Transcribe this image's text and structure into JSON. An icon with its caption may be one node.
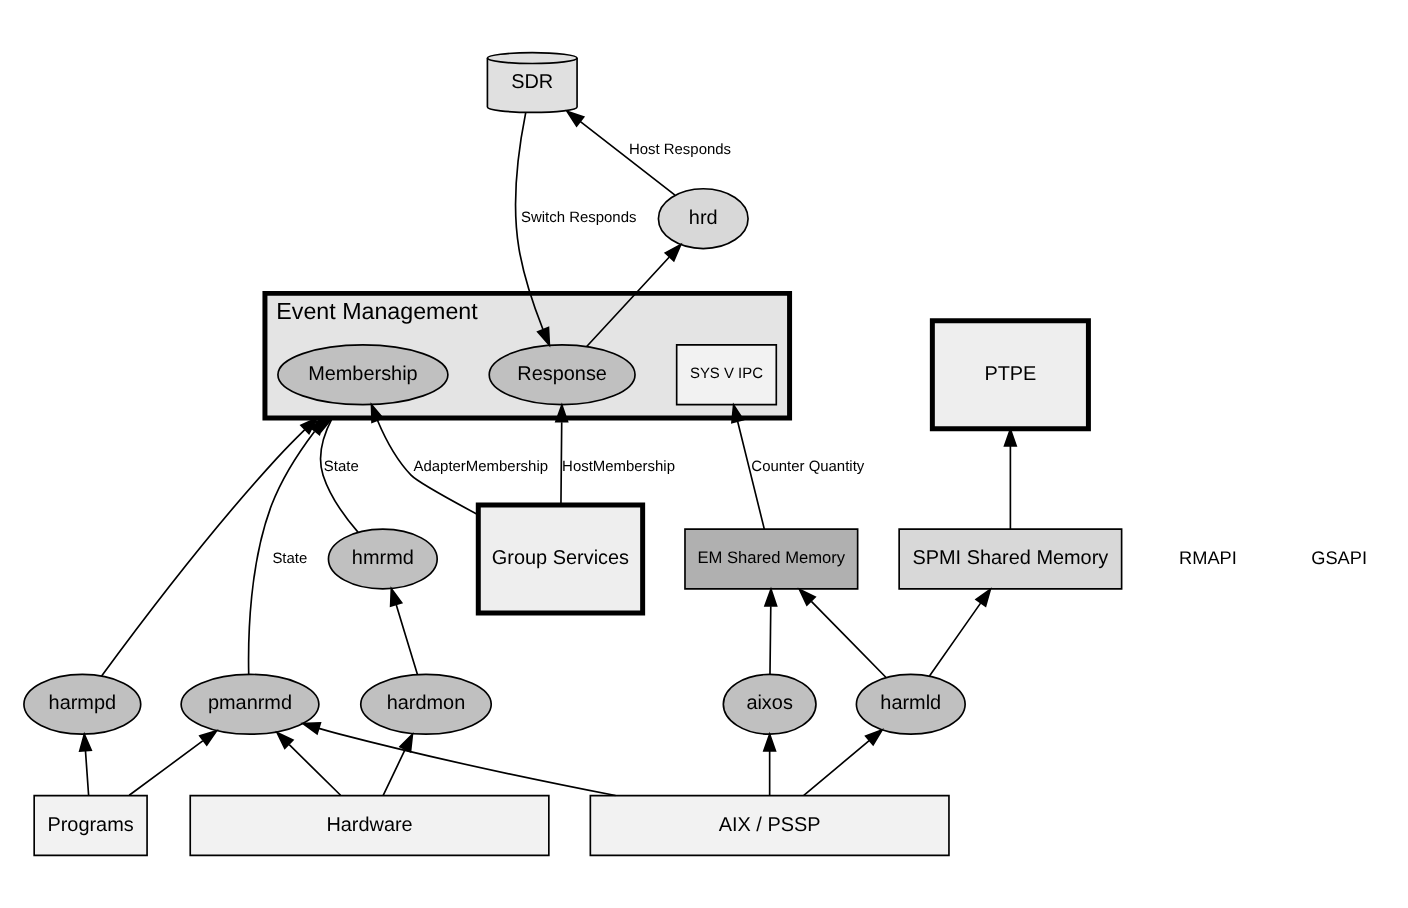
{
  "diagram": {
    "nodes": [
      {
        "text": [
          "Event Management"
        ]
      },
      {
        "text": [
          "Membership"
        ],
        "in": 0
      },
      {
        "text": [
          "Response"
        ],
        "in": 0
      },
      {
        "text": [
          "SYS V IPC"
        ],
        "in": 0
      },
      {
        "text": [
          "SDR"
        ]
      },
      {
        "text": [
          "PTPE"
        ]
      },
      {
        "text": [
          "EM Shared Memory"
        ]
      },
      {
        "text": [
          "SPMI Shared Memory"
        ]
      },
      {
        "text": [
          "hrd"
        ]
      },
      {
        "text": [
          "hmrmd"
        ]
      },
      {
        "text": [
          "harmpd"
        ]
      },
      {
        "text": [
          "Group Services"
        ]
      },
      {
        "text": [
          "pmanrmd"
        ]
      },
      {
        "text": [
          "aixos"
        ]
      },
      {
        "text": [
          "harmld"
        ]
      },
      {
        "text": [
          "hardmon"
        ]
      },
      {
        "text": [
          "Programs"
        ]
      },
      {
        "text": [
          "AIX / PSSP"
        ]
      },
      {
        "text": [
          "Hardware"
        ]
      }
    ],
    "edges": [
      {
        "from": 11,
        "to": 1,
        "arrow": "to",
        "label": "AdapterMembership"
      },
      {
        "from": 11,
        "to": 2,
        "arrow": "to",
        "label": "HostMembership"
      },
      {
        "from": 2,
        "to": 8,
        "arrow": "to"
      },
      {
        "from": 8,
        "to": 4,
        "arrow": "to",
        "label": "Host Responds"
      },
      {
        "from": 4,
        "to": 2,
        "arrow": "to",
        "label": "Switch Responds"
      },
      {
        "from": 9,
        "to": 0,
        "arrow": "to",
        "label": "State"
      },
      {
        "from": 12,
        "to": 0,
        "arrow": "to",
        "label": "State"
      },
      {
        "from": 10,
        "to": 0,
        "arrow": "to"
      },
      {
        "from": 6,
        "to": 3,
        "arrow": "to",
        "label": "Counter Quantity"
      },
      {
        "from": 7,
        "to": 5,
        "arrow": "to"
      },
      {
        "from": 13,
        "to": 6,
        "arrow": "to"
      },
      {
        "from": 14,
        "to": 6,
        "arrow": "to"
      },
      {
        "from": 14,
        "to": 7,
        "arrow": "to"
      },
      {
        "from": 15,
        "to": 9,
        "arrow": "to"
      },
      {
        "from": 16,
        "to": 10,
        "arrow": "to"
      },
      {
        "from": 17,
        "to": 13,
        "arrow": "to"
      },
      {
        "from": 17,
        "to": 14,
        "arrow": "to"
      },
      {
        "from": 18,
        "to": 15,
        "arrow": "to"
      },
      {
        "from": 18,
        "to": 12,
        "arrow": "to"
      },
      {
        "from": 16,
        "to": 12,
        "arrow": "to"
      },
      {
        "from": 17,
        "to": 12,
        "arrow": "to"
      }
    ],
    "labels": [
      "RMAPI",
      "GSAPI"
    ]
  }
}
